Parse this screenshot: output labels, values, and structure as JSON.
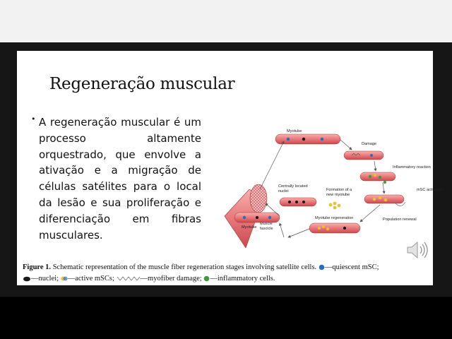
{
  "slide": {
    "title": "Regeneração muscular",
    "bullet": "A regeneração muscular é um processo altamente orquestrado, que envolve a ativação e a migração de células satélites para o local da lesão e sua proliferação e diferenciação em fibras musculares."
  },
  "diagram": {
    "labels": {
      "myotube_top": "Myotube",
      "damage": "Damage",
      "inflammatory": "Inflammatory reaction",
      "msc_activation": "mSC activation",
      "population": "Population renewal",
      "myotube_regen": "Myotube regeneration",
      "formation_line1": "Formation of a",
      "formation_line2": "new myotube",
      "centrally_line1": "Centrally located",
      "centrally_line2": "nuclei",
      "fascicle_line1": "Muscle",
      "fascicle_line2": "fascicle",
      "myotube_bottom": "Myotube"
    }
  },
  "caption": {
    "figure": "Figure 1.",
    "text": "Schematic representation of the muscle fiber regeneration stages involving satellite cells.",
    "quiescent": "—quiescent mSC;",
    "nuclei": "—nuclei;",
    "active": "—active mSCs;",
    "damage": "—myofiber damage;",
    "inflammatory": "—inflammatory cells."
  },
  "colors": {
    "fiber": "#e8787a",
    "fiber_dark": "#c9494f",
    "quiescent": "#2c6db5",
    "nucleus": "#1a1a1a",
    "active": "#e8c13a",
    "inflammatory": "#3d9a3d"
  },
  "icons": {
    "speaker": "speaker-icon"
  }
}
